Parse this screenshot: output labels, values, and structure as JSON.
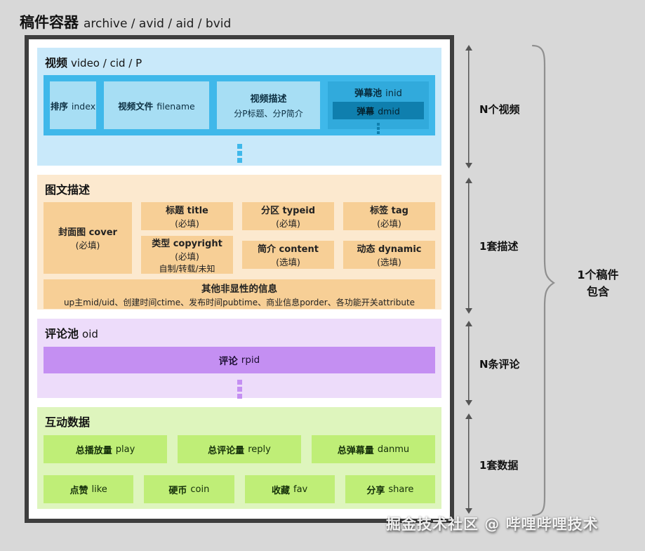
{
  "header": {
    "title_zh": "稿件容器",
    "title_en": "archive / avid / aid / bvid"
  },
  "video": {
    "title_zh": "视频",
    "title_en": "video / cid / P",
    "index_zh": "排序",
    "index_en": "index",
    "filename_zh": "视频文件",
    "filename_en": "filename",
    "desc_title": "视频描述",
    "desc_sub": "分P标题、分P简介",
    "pool_zh": "弹幕池",
    "pool_en": "inid",
    "danmaku_zh": "弹幕",
    "danmaku_en": "dmid"
  },
  "desc": {
    "title": "图文描述",
    "cover_line1": "封面图 cover",
    "cover_line2": "(必填)",
    "title_line1": "标题 title",
    "title_line2": "(必填)",
    "typeid_line1": "分区 typeid",
    "typeid_line2": "(必填)",
    "tag_line1": "标签 tag",
    "tag_line2": "(必填)",
    "copyright_line1": "类型 copyright",
    "copyright_line2": "(必填)",
    "copyright_line3": "自制/转载/未知",
    "content_line1": "简介 content",
    "content_line2": "(选填)",
    "dynamic_line1": "动态 dynamic",
    "dynamic_line2": "(选填)",
    "other_title": "其他非显性的信息",
    "other_sub": "up主mid/uid、创建时间ctime、发布时间pubtime、商业信息porder、各功能开关attribute"
  },
  "comment": {
    "title_zh": "评论池",
    "title_en": "oid",
    "box_zh": "评论",
    "box_en": "rpid"
  },
  "data": {
    "title": "互动数据",
    "play_zh": "总播放量",
    "play_en": "play",
    "reply_zh": "总评论量",
    "reply_en": "reply",
    "danmu_zh": "总弹幕量",
    "danmu_en": "danmu",
    "like_zh": "点赞",
    "like_en": "like",
    "coin_zh": "硬币",
    "coin_en": "coin",
    "fav_zh": "收藏",
    "fav_en": "fav",
    "share_zh": "分享",
    "share_en": "share"
  },
  "annotations": {
    "videos": "N个视频",
    "desc": "1套描述",
    "comments": "N条评论",
    "data": "1套数据",
    "brace_line1": "1个稿件",
    "brace_line2": "包含"
  },
  "watermark": "掘金技术社区 @ 哔哩哔哩技术",
  "colors": {
    "page_bg": "#d8d8d8",
    "container_border": "#3e3e3e",
    "video_section_bg": "#c9e9fa",
    "video_row_bg": "#3fb8ea",
    "video_box_bg": "#a7def4",
    "danmaku_pool_bg": "#31aadc",
    "danmaku_bg": "#0f7fae",
    "desc_section_bg": "#fce9cf",
    "desc_box_bg": "#f7cf96",
    "comment_section_bg": "#eddcfa",
    "comment_box_bg": "#c48ff2",
    "data_section_bg": "#def5bd",
    "data_box_bg": "#bfee77",
    "arrow_color": "#555555",
    "brace_color": "#8f8f8f"
  }
}
